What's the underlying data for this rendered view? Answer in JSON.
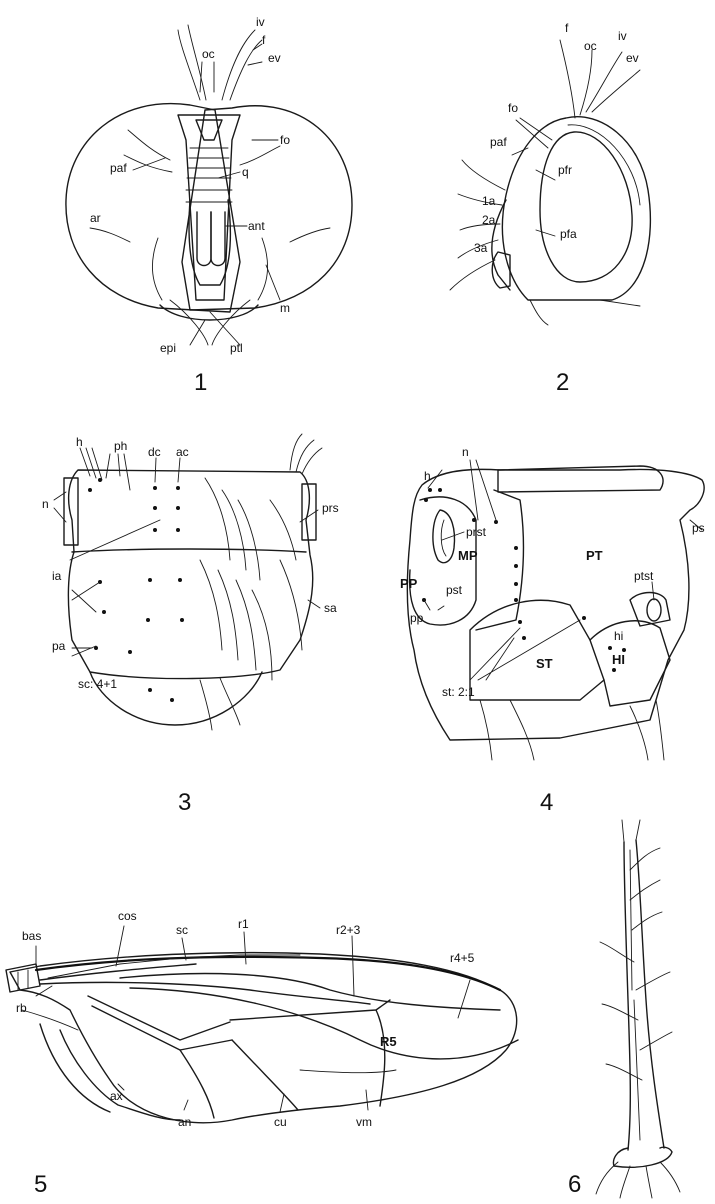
{
  "figures": [
    {
      "number": "1",
      "labels": [
        "iv",
        "f",
        "oc",
        "ev",
        "fo",
        "paf",
        "q",
        "ant",
        "ar",
        "m",
        "epi",
        "ptl"
      ]
    },
    {
      "number": "2",
      "labels": [
        "f",
        "oc",
        "iv",
        "ev",
        "fo",
        "paf",
        "pfr",
        "1a",
        "2a",
        "pfa",
        "3a"
      ]
    },
    {
      "number": "3",
      "labels": [
        "h",
        "ph",
        "dc",
        "ac",
        "n",
        "prs",
        "ia",
        "sa",
        "pa",
        "sc: 4+1"
      ]
    },
    {
      "number": "4",
      "labels": [
        "n",
        "h",
        "ps",
        "prst",
        "MP",
        "PT",
        "PP",
        "pst",
        "pp",
        "ptst",
        "hi",
        "HI",
        "ST",
        "st: 2:1"
      ]
    },
    {
      "number": "5",
      "labels": [
        "bas",
        "cos",
        "sc",
        "r1",
        "r2+3",
        "r4+5",
        "rb",
        "R5",
        "ax",
        "an",
        "cu",
        "vm"
      ]
    },
    {
      "number": "6",
      "labels": []
    }
  ]
}
